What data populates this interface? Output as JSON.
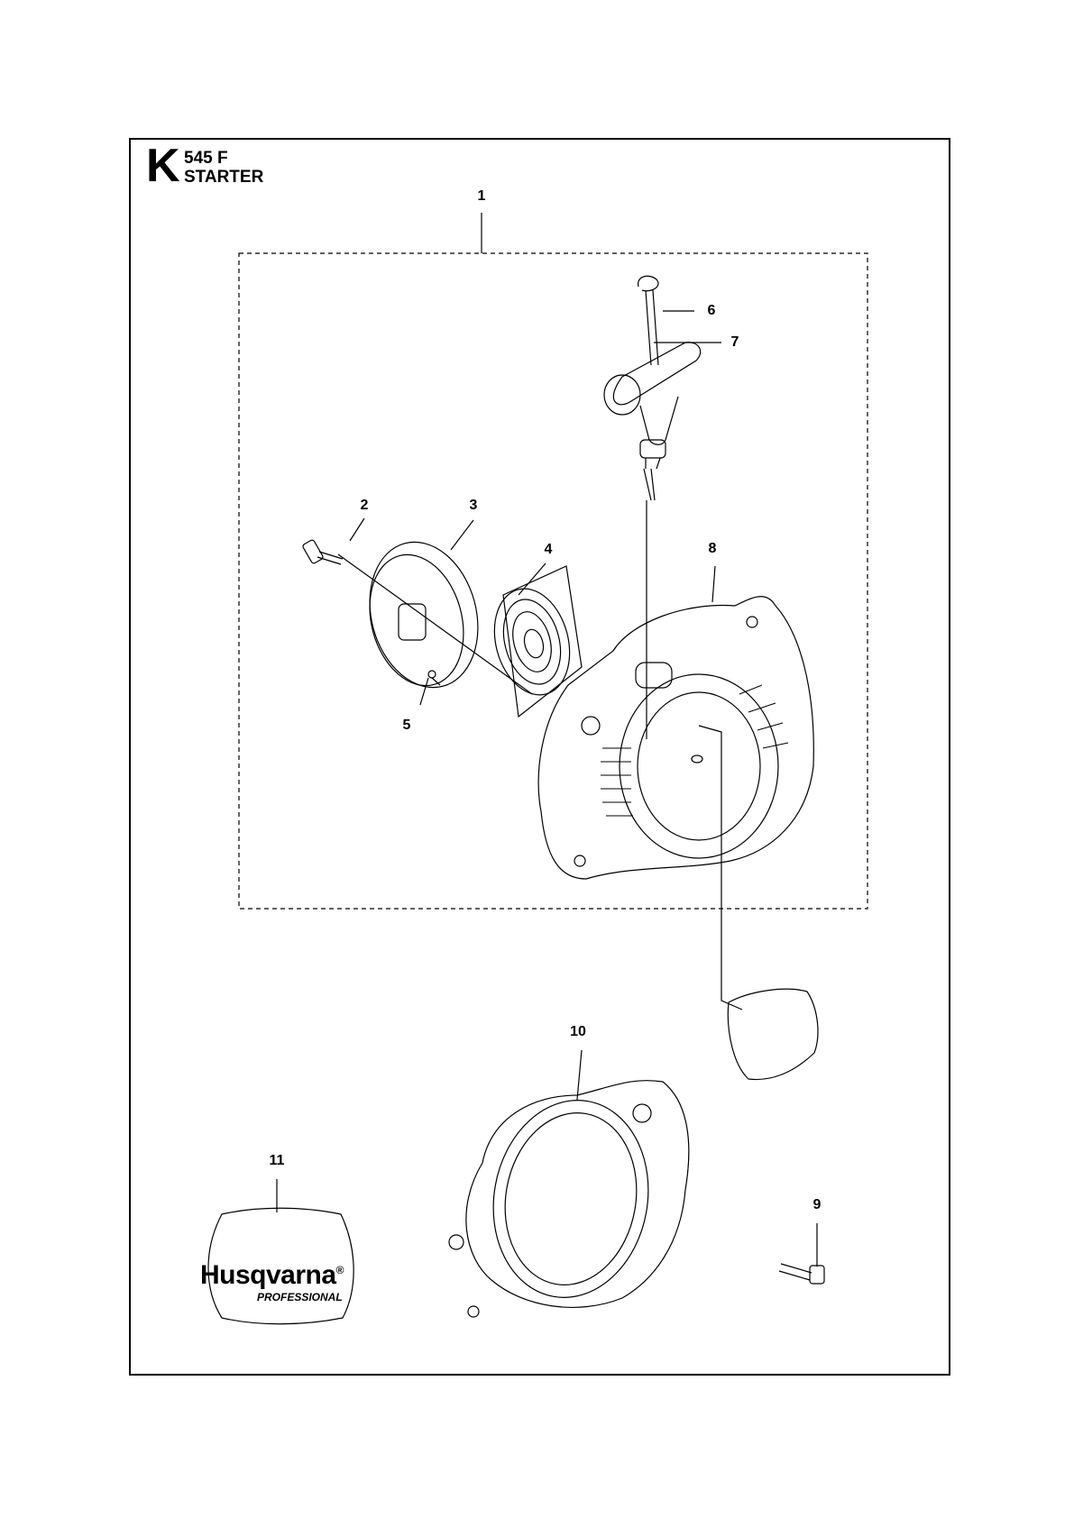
{
  "header": {
    "section_letter": "K",
    "model": "545 F",
    "title": "STARTER"
  },
  "callouts": [
    "1",
    "2",
    "3",
    "4",
    "5",
    "6",
    "7",
    "8",
    "9",
    "10",
    "11"
  ],
  "decal": {
    "brand": "Husqvarna",
    "brand_mark": "®",
    "sub": "PROFESSIONAL"
  }
}
